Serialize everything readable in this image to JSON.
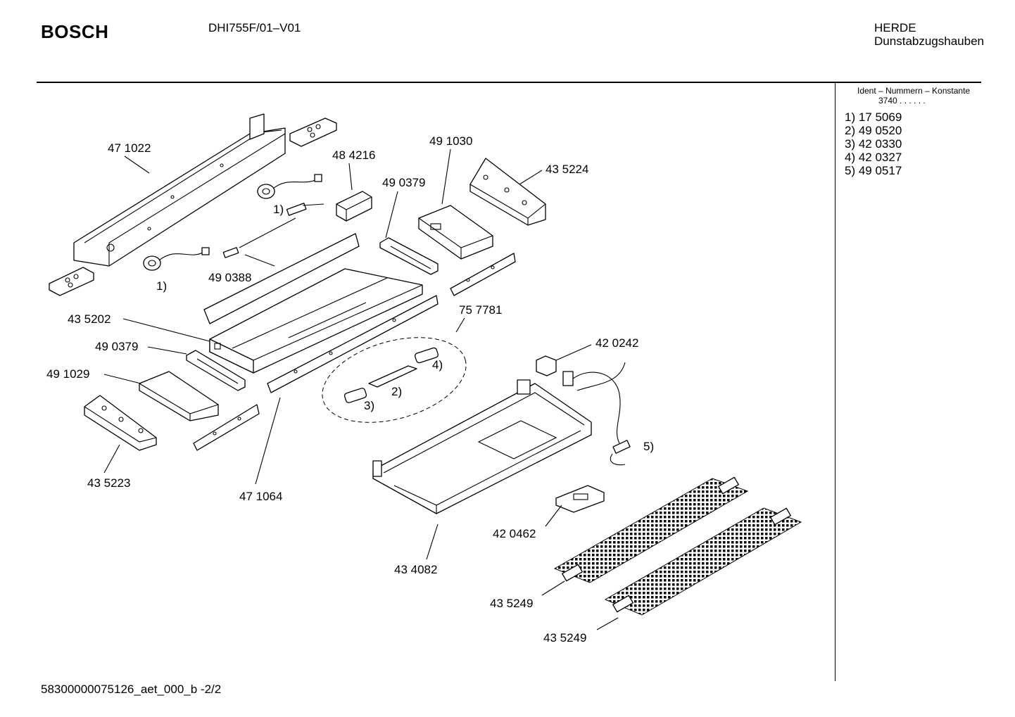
{
  "header": {
    "brand": "BOSCH",
    "model": "DHI755F/01–V01",
    "category_line1": "HERDE",
    "category_line2": "Dunstabzugshauben"
  },
  "ident": {
    "heading": "Ident – Nummern – Konstante",
    "constant": "3740  . .    . . . .",
    "items": [
      "1)  17 5069",
      "2)  49 0520",
      "3)  42 0330",
      "4)  42 0327",
      "5)  49 0517"
    ]
  },
  "parts": [
    "47 1022",
    "48 4216",
    "49 1030",
    "49 0379",
    "43 5224",
    "1)",
    "1)",
    "49 0388",
    "43 5202",
    "49 0379",
    "49 1029",
    "75 7781",
    "42 0242",
    "4)",
    "2)",
    "3)",
    "5)",
    "43 5223",
    "47 1064",
    "42 0462",
    "43 4082",
    "43 5249",
    "43 5249"
  ],
  "footer": "58300000075126_aet_000_b  -2/2"
}
